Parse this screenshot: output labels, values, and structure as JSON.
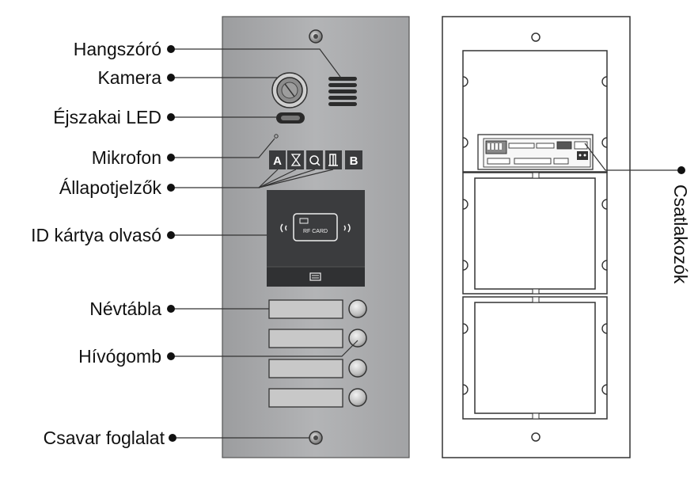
{
  "labels": {
    "speaker": "Hangszóró",
    "camera": "Kamera",
    "night_led": "Éjszakai LED",
    "microphone": "Mikrofon",
    "status_indicators": "Állapotjelzők",
    "id_card_reader": "ID kártya olvasó",
    "nameplate": "Névtábla",
    "call_button": "Hívógomb",
    "screw_socket": "Csavar foglalat",
    "connectors": "Csatlakozók"
  },
  "front_panel": {
    "indicators": [
      "A",
      "B"
    ],
    "card_text": "RF CARD",
    "call_button_count": 4
  },
  "colors": {
    "panel": "#a9aaac",
    "reader": "#3e3f41",
    "label_text": "#111111",
    "leader_line": "#333333"
  }
}
